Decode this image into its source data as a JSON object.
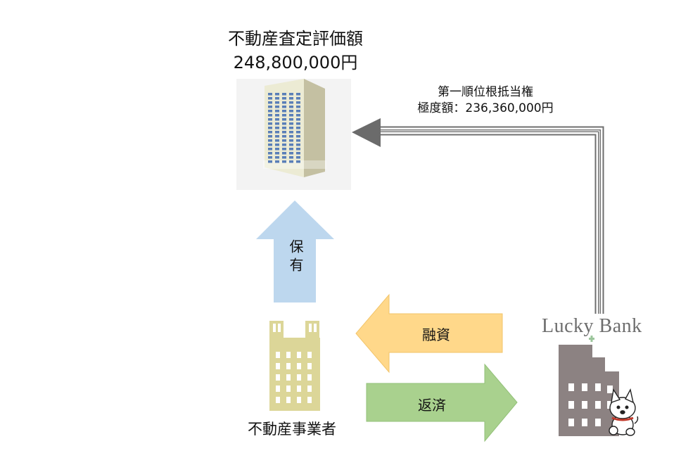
{
  "valuation": {
    "title": "不動産査定評価額",
    "amount": "248,800,000円"
  },
  "mortgage": {
    "title": "第一順位根抵当権",
    "limit": "極度額：236,360,000円"
  },
  "holding_arrow": {
    "label": "保有",
    "color": "#bdd7ee"
  },
  "loan_arrow": {
    "label": "融資",
    "color": "#ffd88a"
  },
  "repayment_arrow": {
    "label": "返済",
    "color": "#a9d18e"
  },
  "owner": {
    "label": "不動産事業者"
  },
  "bank": {
    "logo_text": "Lucky Bank"
  },
  "colors": {
    "property_building": "#e8e4c4",
    "owner_building": "#dcd698",
    "bank_building": "#8c8282",
    "mortgage_arrow": "#777777"
  }
}
